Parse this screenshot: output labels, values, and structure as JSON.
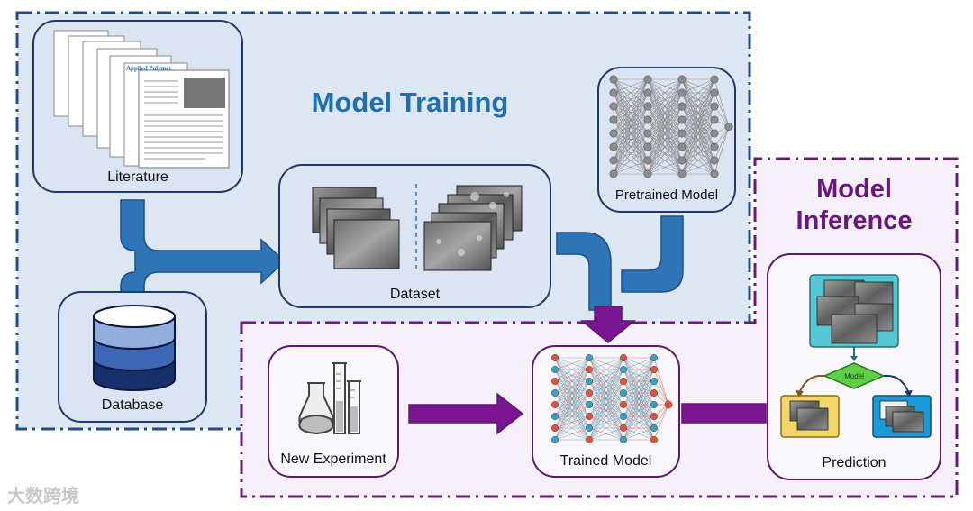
{
  "sections": {
    "training_title": "Model Training",
    "inference_title_line1": "Model",
    "inference_title_line2": "Inference"
  },
  "nodes": {
    "literature": "Literature",
    "database": "Database",
    "dataset": "Dataset",
    "pretrained_model": "Pretrained Model",
    "new_experiment": "New Experiment",
    "trained_model": "Trained Model",
    "prediction": "Prediction",
    "decision": "Model"
  },
  "paper_titles": [
    "Applied Polymer"
  ],
  "watermark": "大数跨境",
  "colors": {
    "training_border": "#1f4e8c",
    "training_bg": "#dde6f3",
    "inference_border": "#6a1b7a",
    "inference_bg": "#f6f0fa",
    "arrow_blue": "#2e75b6",
    "arrow_purple": "#7b1591",
    "title_blue": "#1f6fb3",
    "title_purple": "#6c1580",
    "decision_green": "#5fd04a",
    "teal_box": "#55c8d3",
    "yellow_box": "#f2d56b",
    "blue_box": "#1a9ad6",
    "nn_red": "#e0533a",
    "nn_teal": "#3a9fc3"
  },
  "icons": [
    "paper-stack-icon",
    "database-cylinder-icon",
    "sem-image-stack-icon",
    "neural-network-icon",
    "lab-glassware-icon",
    "decision-diamond-icon"
  ]
}
